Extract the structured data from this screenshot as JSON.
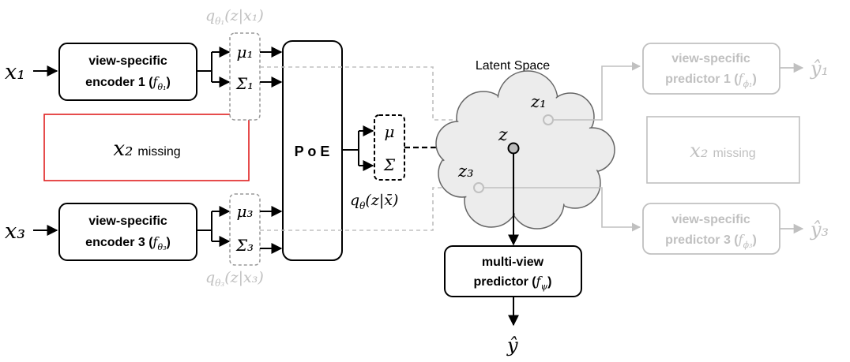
{
  "colors": {
    "active": "#000000",
    "faded": "#c0c0c0",
    "missing_border": "#e02020",
    "cloud_fill": "#ececec"
  },
  "inputs": {
    "x1": "x₁",
    "x2": "x₂",
    "x3": "x₃"
  },
  "encoders": {
    "enc1_line1": "view-specific",
    "enc1_line2": "encoder 1 (",
    "enc1_sym": "f",
    "enc1_sub": "θ₁",
    "enc1_close": ")",
    "enc3_line1": "view-specific",
    "enc3_line2": "encoder 3 (",
    "enc3_sym": "f",
    "enc3_sub": "θ₃",
    "enc3_close": ")"
  },
  "posteriors": {
    "q1": "qθ₁(z|x₁)",
    "q3": "qθ₃(z|x₃)",
    "mu1": "μ₁",
    "sigma1": "Σ₁",
    "mu3": "μ₃",
    "sigma3": "Σ₃"
  },
  "missing": {
    "word": "missing"
  },
  "poe": {
    "label": "P o E",
    "mu": "μ",
    "sigma": "Σ",
    "joint": "qθ(z|x̄)"
  },
  "latent": {
    "title": "Latent Space",
    "z": "z",
    "z1": "z₁",
    "z3": "z₃"
  },
  "predictors": {
    "p1_line1": "view-specific",
    "p1_line2": "predictor 1 (",
    "p1_sym": "f",
    "p1_sub": "ϕ₁",
    "p1_close": ")",
    "p3_line1": "view-specific",
    "p3_line2": "predictor 3 (",
    "p3_sym": "f",
    "p3_sub": "ϕ₃",
    "p3_close": ")",
    "y1": "ŷ₁",
    "y3": "ŷ₃"
  },
  "multiview": {
    "line1": "multi-view",
    "line2": "predictor (",
    "sym": "f",
    "sub": "ψ",
    "close": ")",
    "y": "ŷ"
  }
}
